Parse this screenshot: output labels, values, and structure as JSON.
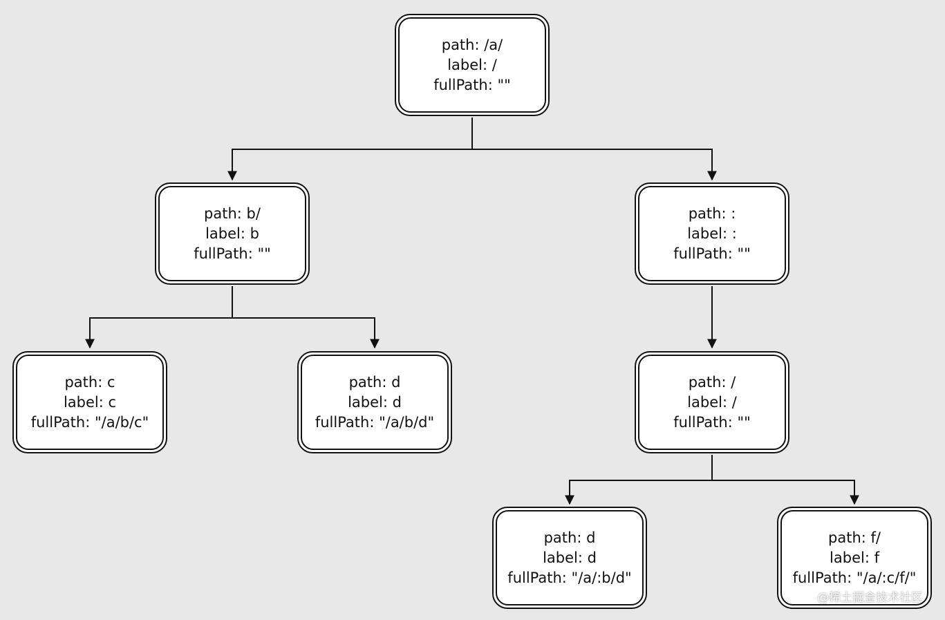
{
  "colors": {
    "background": "#e8e8e8",
    "node_fill": "#ffffff",
    "stroke": "#111111"
  },
  "nodes": [
    {
      "path": "path: /a/",
      "label": "label: /",
      "fullPath": "fullPath: \"\""
    },
    {
      "path": "path: b/",
      "label": "label: b",
      "fullPath": "fullPath: \"\""
    },
    {
      "path": "path: :",
      "label": "label: :",
      "fullPath": "fullPath: \"\""
    },
    {
      "path": "path: c",
      "label": "label: c",
      "fullPath": "fullPath: \"/a/b/c\""
    },
    {
      "path": "path: d",
      "label": "label: d",
      "fullPath": "fullPath: \"/a/b/d\""
    },
    {
      "path": "path: /",
      "label": "label: /",
      "fullPath": "fullPath: \"\""
    },
    {
      "path": "path: d",
      "label": "label: d",
      "fullPath": "fullPath: \"/a/:b/d\""
    },
    {
      "path": "path: f/",
      "label": "label: f",
      "fullPath": "fullPath: \"/a/:c/f/\""
    }
  ],
  "watermark": "@稀土掘金技术社区"
}
